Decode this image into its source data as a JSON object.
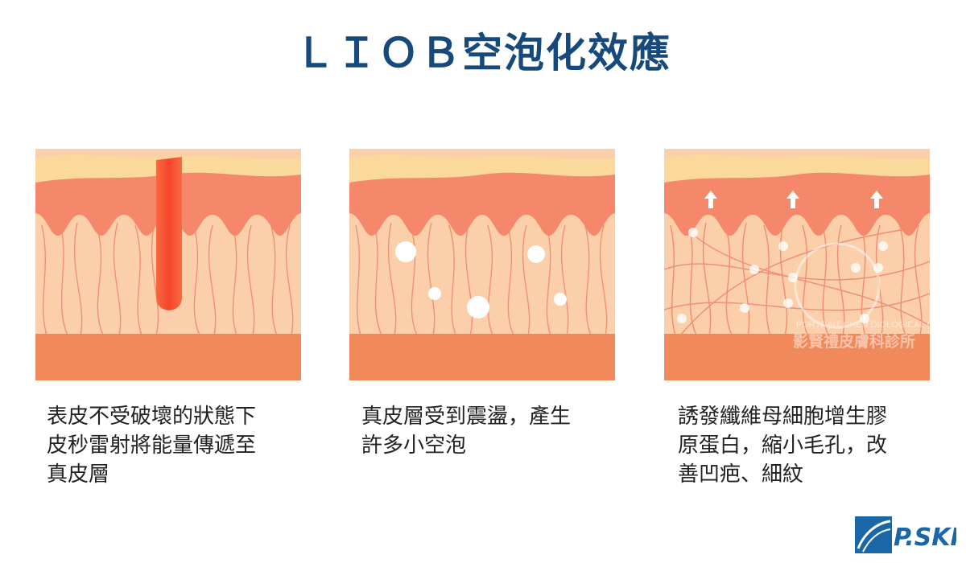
{
  "title": "ＬＩＯＢ空泡化效應",
  "panels": [
    {
      "caption_lines": [
        "表皮不受破壞的狀態下",
        "皮秒雷射將能量傳遞至",
        "真皮層"
      ]
    },
    {
      "caption_lines": [
        "真皮層受到震盪，產生",
        "許多小空泡"
      ]
    },
    {
      "caption_lines": [
        "誘發纖維母細胞增生膠",
        "原蛋白，縮小毛孔，改",
        "善凹疤、細紋"
      ]
    }
  ],
  "watermark": {
    "line1": "PORTRAIT CHEN DIOLOGICAL CO.",
    "line2": "影賢禮皮膚科診所"
  },
  "logo": {
    "text": "P.SKIN"
  },
  "colors": {
    "title": "#174a7c",
    "epidermis": "#fbd99a",
    "papillary": "#f5876a",
    "dermis": "#fbcfa9",
    "base": "#f2895a",
    "fiber": "#ef8570",
    "laser": "#f5452c",
    "logo": "#1a67a8"
  }
}
